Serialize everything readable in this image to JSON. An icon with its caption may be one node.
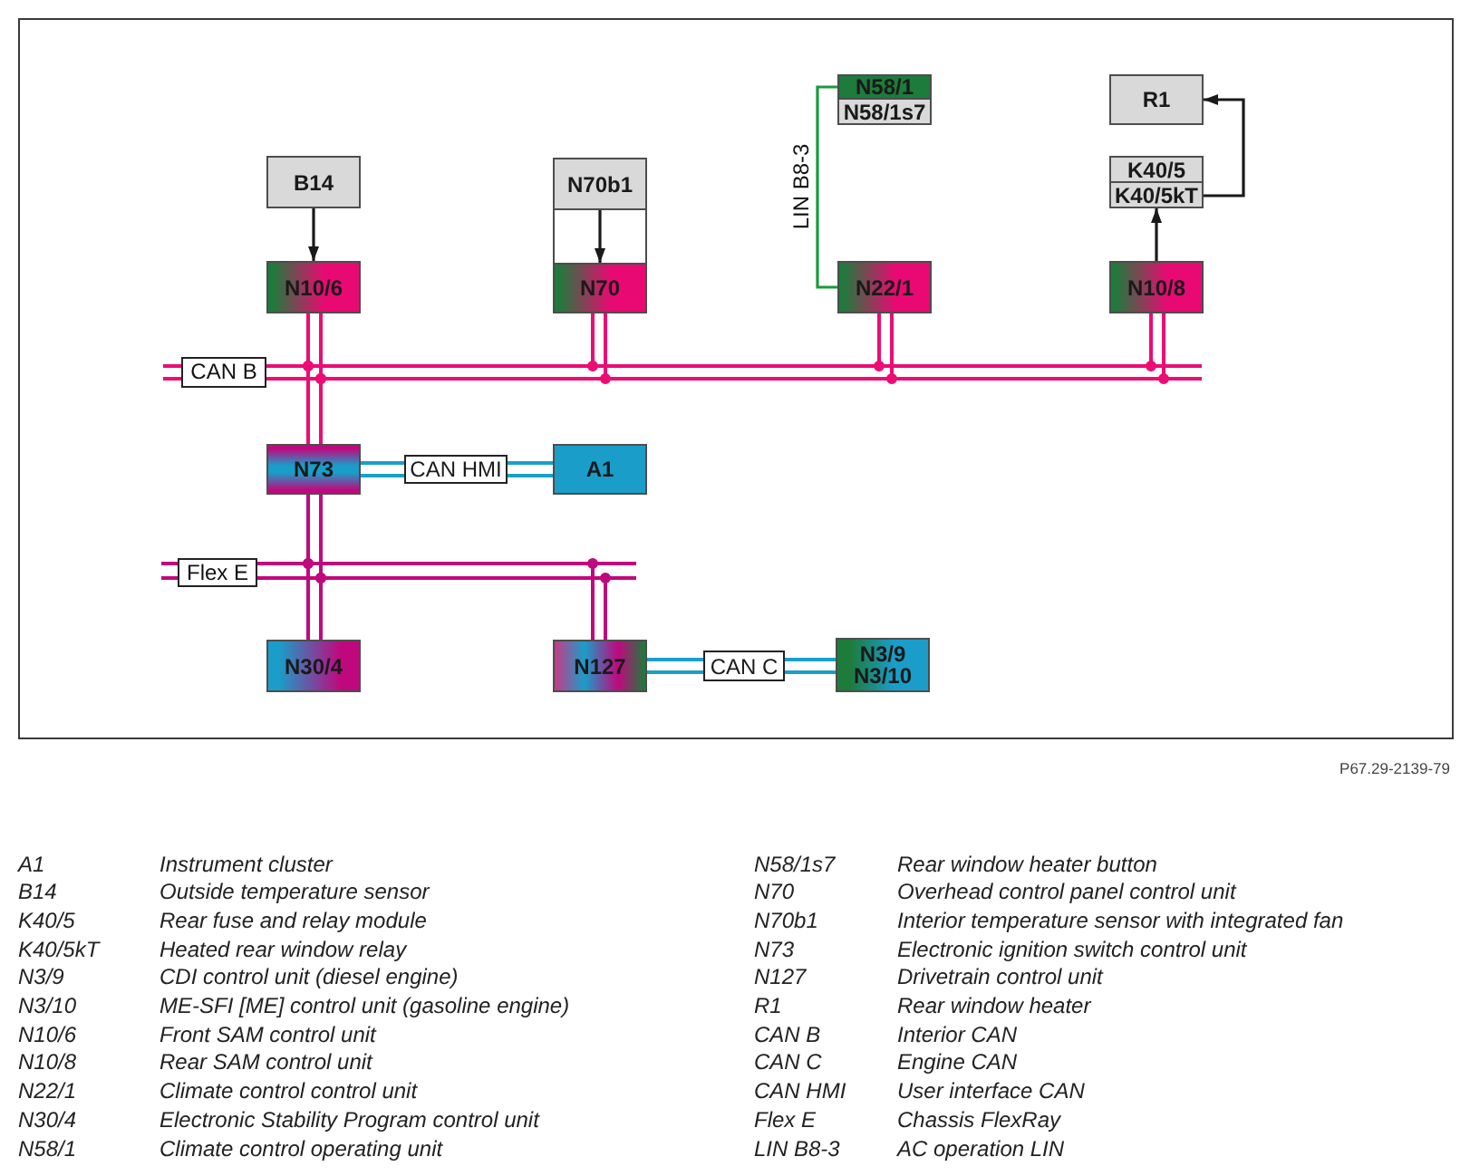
{
  "diagram": {
    "nodes": [
      {
        "text": [
          "N58/1"
        ]
      },
      {
        "text": [
          "N58/1s7"
        ]
      },
      {
        "text": [
          "R1"
        ]
      },
      {
        "text": [
          "B14"
        ]
      },
      {
        "text": [],
        "shape": "box"
      },
      {
        "text": [
          "N70b1"
        ],
        "in": 4
      },
      {
        "text": [
          "K40/5"
        ]
      },
      {
        "text": [
          "K40/5kT"
        ]
      },
      {
        "text": [
          "N10/6"
        ]
      },
      {
        "text": [
          "N70"
        ],
        "in": 4
      },
      {
        "text": [
          "N22/1"
        ]
      },
      {
        "text": [
          "N10/8"
        ]
      },
      {
        "text": [
          "CAN B"
        ]
      },
      {
        "text": [
          "N73"
        ]
      },
      {
        "text": [
          "CAN HMI"
        ]
      },
      {
        "text": [
          "A1"
        ]
      },
      {
        "text": [
          "Flex E"
        ]
      },
      {
        "text": [
          "N30/4"
        ]
      },
      {
        "text": [
          "N127"
        ]
      },
      {
        "text": [
          "CAN C"
        ]
      },
      {
        "text": [
          "N3/9",
          "N3/10"
        ]
      }
    ],
    "edges": [
      {
        "from": 3,
        "to": 8,
        "arrow": "to",
        "color": "#1a1a1a"
      },
      {
        "from": 5,
        "to": 9,
        "arrow": "to",
        "color": "#1a1a1a"
      },
      {
        "from": 7,
        "to": 2,
        "arrow": "to",
        "color": "#1a1a1a"
      },
      {
        "from": 11,
        "to": 7,
        "arrow": "to",
        "color": "#1a1a1a"
      },
      {
        "from": 0,
        "to": 10,
        "arrow": "none",
        "label": "LIN B8-3",
        "color": "#1a9a3c"
      },
      {
        "from": 12,
        "to": 8,
        "arrow": "none",
        "color": "#ec0c74"
      },
      {
        "from": 12,
        "to": 9,
        "arrow": "none",
        "color": "#ec0c74"
      },
      {
        "from": 12,
        "to": 10,
        "arrow": "none",
        "color": "#ec0c74"
      },
      {
        "from": 12,
        "to": 11,
        "arrow": "none",
        "color": "#ec0c74"
      },
      {
        "from": 12,
        "to": 13,
        "arrow": "none",
        "color": "#ec0c74"
      },
      {
        "from": 13,
        "to": 14,
        "arrow": "none",
        "color": "#1aa0c8"
      },
      {
        "from": 14,
        "to": 15,
        "arrow": "none",
        "color": "#1aa0c8"
      },
      {
        "from": 16,
        "to": 13,
        "arrow": "none",
        "color": "#c0087e"
      },
      {
        "from": 16,
        "to": 17,
        "arrow": "none",
        "color": "#c0087e"
      },
      {
        "from": 16,
        "to": 18,
        "arrow": "none",
        "color": "#c0087e"
      },
      {
        "from": 18,
        "to": 19,
        "arrow": "none",
        "color": "#1aa0c8"
      },
      {
        "from": 19,
        "to": 20,
        "arrow": "none",
        "color": "#1aa0c8"
      }
    ],
    "labels": [
      "P67.29-2139-79",
      "A1",
      "Instrument cluster",
      "B14",
      "Outside temperature sensor",
      "K40/5",
      "Rear fuse and relay module",
      "K40/5kT",
      "Heated rear window relay",
      "N3/9",
      "CDI control unit (diesel engine)",
      "N3/10",
      "ME-SFI [ME] control unit (gasoline engine)",
      "N10/6",
      "Front SAM control unit",
      "N10/8",
      "Rear SAM control unit",
      "N22/1",
      "Climate control control unit",
      "N30/4",
      "Electronic Stability Program control unit",
      "N58/1",
      "Climate control operating unit",
      "N58/1s7",
      "Rear window heater button",
      "N70",
      "Overhead control panel control unit",
      "N70b1",
      "Interior temperature sensor with integrated fan",
      "N73",
      "Electronic ignition switch control unit",
      "N127",
      "Drivetrain control unit",
      "R1",
      "Rear window heater",
      "CAN B",
      "Interior CAN",
      "CAN C",
      "Engine CAN",
      "CAN HMI",
      "User interface CAN",
      "Flex E",
      "Chassis FlexRay",
      "LIN B8-3",
      "AC operation LIN"
    ]
  }
}
